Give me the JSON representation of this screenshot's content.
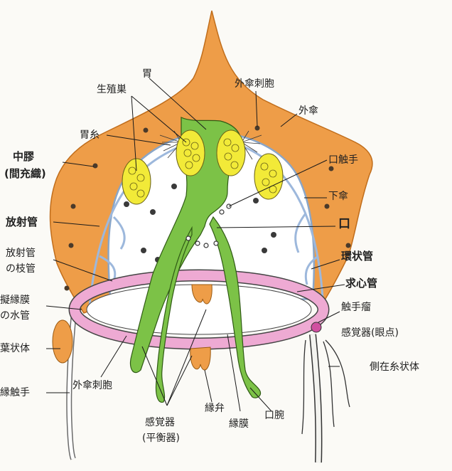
{
  "colors": {
    "umbrella": "#ee9d48",
    "umbrella_edge": "#d47a22",
    "gut": "#7cc247",
    "gonad": "#f2ea38",
    "ring": "#eeaad3",
    "canal": "#a8c3e2",
    "line": "#1a1a1a"
  },
  "labels": {
    "gonad": "生殖巣",
    "stomach": "胃",
    "exumbrella_nematocyst": "外傘刺胞",
    "exumbrella": "外傘",
    "gastric_filament": "胃糸",
    "mesoglea": "中膠",
    "mesoglea_sub": "(間充織)",
    "oral_tentacle": "口触手",
    "subumbrella": "下傘",
    "radial_canal": "放射管",
    "mouth": "口",
    "radial_branch_line1": "放射管",
    "radial_branch_line2": "の枝管",
    "ring_canal": "環状管",
    "centripetal_canal": "求心管",
    "pseudovelum_line1": "擬縁膜",
    "pseudovelum_line2": "の水管",
    "tentacle_bulb": "触手瘤",
    "ocellus": "感覚器(眼点)",
    "phyllocyst": "葉状体",
    "lateral_filament": "側在糸状体",
    "marginal_tentacle": "縁触手",
    "exumbrella_nematocyst_lower": "外傘刺胞",
    "statocyst_line1": "感覚器",
    "statocyst_line2": "(平衡器)",
    "velar_lappet": "縁弁",
    "velum": "縁膜",
    "oral_arm": "口腕"
  }
}
